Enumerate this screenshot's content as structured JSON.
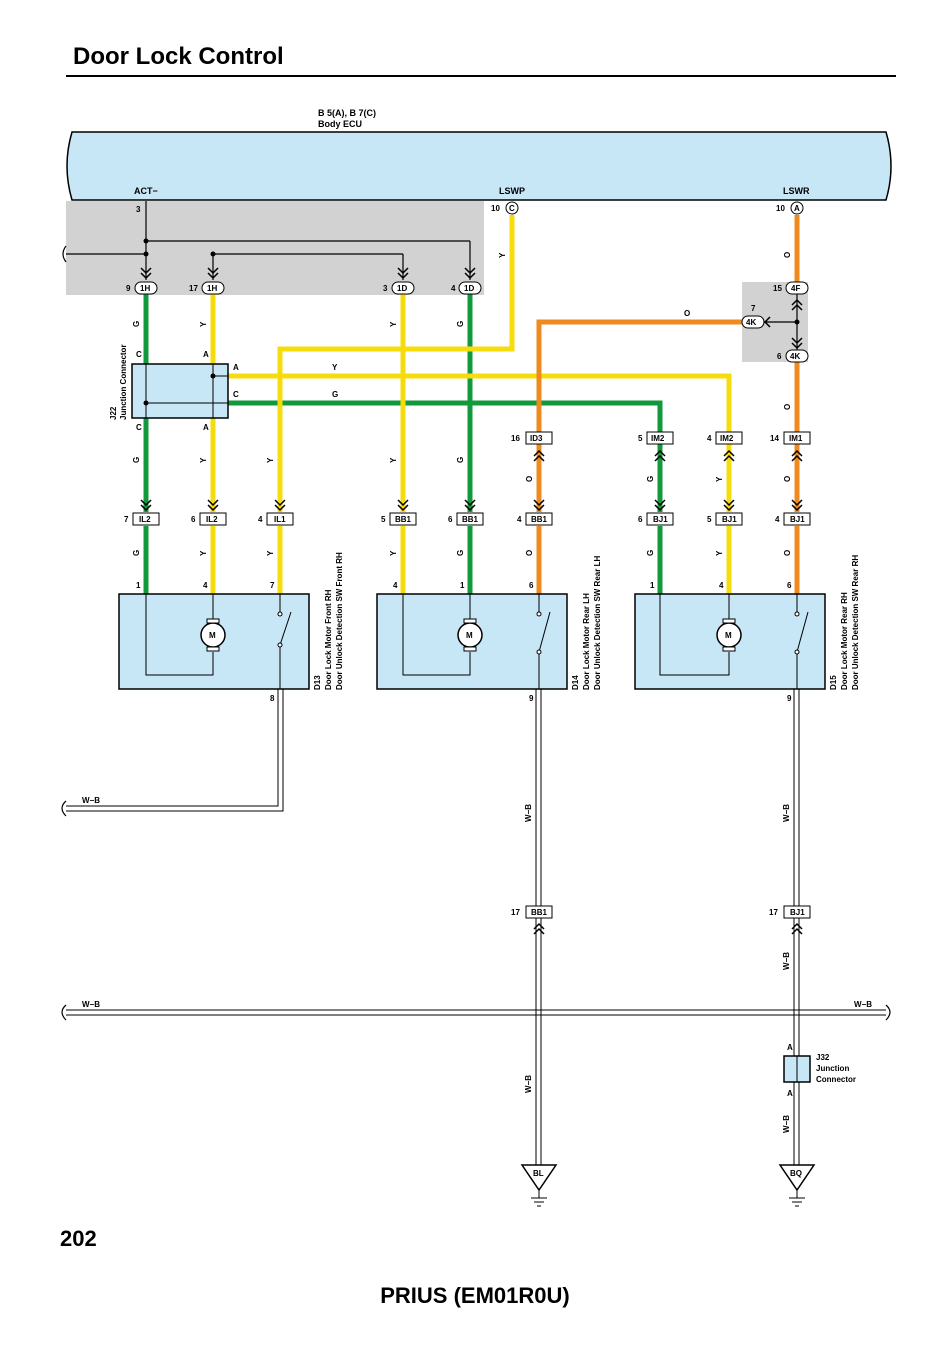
{
  "page": {
    "title": "Door Lock Control",
    "page_number": "202",
    "model": "PRIUS (EM01R0U)"
  },
  "colors": {
    "green": "#119a3c",
    "yellow": "#f5dc0a",
    "orange": "#ef8a1e",
    "ecu_fill": "#c7e6f6",
    "component_fill": "#c7e6f6",
    "grey_box": "#d2d2d2"
  },
  "ecu": {
    "name_line1": "B 5(A), B 7(C)",
    "name_line2": "Body ECU",
    "term_act": "ACT−",
    "term_lswp": "LSWP",
    "term_lswr": "LSWR",
    "pin_act": "3",
    "pin_lswp": "10",
    "pin_lswr": "10",
    "conn_lswp": "C",
    "conn_lswr": "A"
  },
  "connectors": {
    "c_1h_a": "1H",
    "p_1h_a": "9",
    "c_1h_b": "1H",
    "p_1h_b": "17",
    "c_1d_a": "1D",
    "p_1d_a": "3",
    "c_1d_b": "1D",
    "p_1d_b": "4",
    "c_4f": "4F",
    "p_4f": "15",
    "c_4k_a": "4K",
    "p_4k_a": "7",
    "c_4k_b": "4K",
    "p_4k_b": "6",
    "c_id3": "ID3",
    "p_id3": "16",
    "c_im2_a": "IM2",
    "p_im2_a": "5",
    "c_im2_b": "IM2",
    "p_im2_b": "4",
    "c_im1": "IM1",
    "p_im1": "14",
    "c_il2_a": "IL2",
    "p_il2_a": "7",
    "c_il2_b": "IL2",
    "p_il2_b": "6",
    "c_il1": "IL1",
    "p_il1": "4",
    "c_bb1_a": "BB1",
    "p_bb1_a": "5",
    "c_bb1_b": "BB1",
    "p_bb1_b": "6",
    "c_bb1_c": "BB1",
    "p_bb1_c": "4",
    "c_bj1_a": "BJ1",
    "p_bj1_a": "6",
    "c_bj1_b": "BJ1",
    "p_bj1_b": "5",
    "c_bj1_c": "BJ1",
    "p_bj1_c": "4",
    "c_bb1_d": "BB1",
    "p_bb1_d": "17",
    "c_bj1_d": "BJ1",
    "p_bj1_d": "17"
  },
  "wire_labels": {
    "g": "G",
    "y": "Y",
    "o": "O",
    "wb": "W−B"
  },
  "j22": {
    "name": "J22",
    "desc": "Junction Connector",
    "pin_a": "A",
    "pin_c": "C"
  },
  "j32": {
    "name": "J32",
    "desc1": "Junction",
    "desc2": "Connector",
    "pin_a": "A"
  },
  "components": {
    "d13_code": "D13",
    "d13_line1": "Door Lock Motor Front RH",
    "d13_line2": "Door Unlock Detection SW Front RH",
    "d14_code": "D14",
    "d14_line1": "Door Lock Motor Rear LH",
    "d14_line2": "Door Unlock Detection SW Rear LH",
    "d15_code": "D15",
    "d15_line1": "Door Lock Motor Rear RH",
    "d15_line2": "Door Unlock Detection SW Rear RH",
    "motor": "M",
    "pin1": "1",
    "pin4": "4",
    "pin6": "6",
    "pin7": "7",
    "pin8": "8",
    "pin9": "9"
  },
  "grounds": {
    "bl": "BL",
    "bq": "BQ"
  }
}
